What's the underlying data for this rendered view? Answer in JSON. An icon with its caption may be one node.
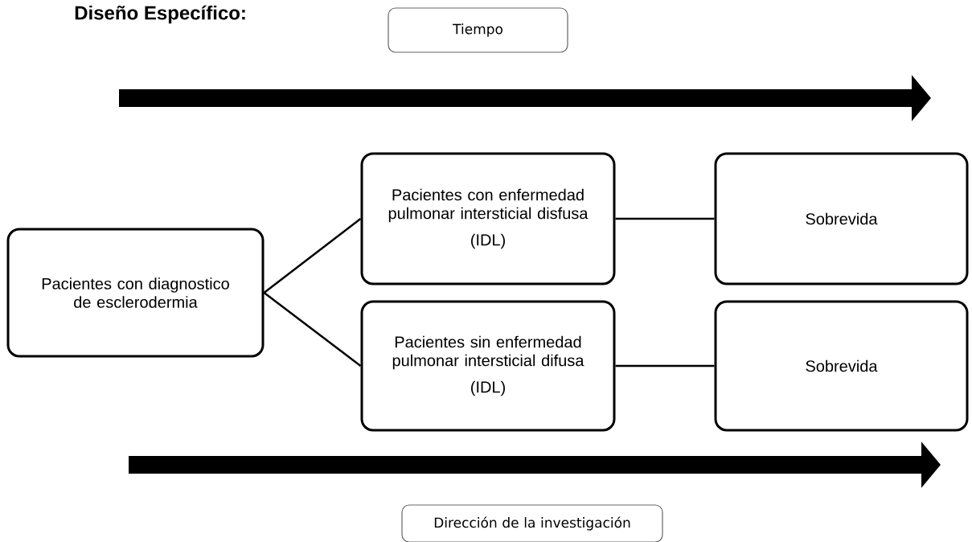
{
  "diagram": {
    "title": "Diseño Específico:",
    "nodes": [
      {
        "text": [
          "Tiempo"
        ]
      },
      {
        "text": [
          "Pacientes con diagnostico de esclerodermia"
        ]
      },
      {
        "text": [
          "Pacientes con enfermedad pulmonar intersticial disfusa",
          "(IDL)"
        ]
      },
      {
        "text": [
          "Sobrevida"
        ]
      },
      {
        "text": [
          "Pacientes sin enfermedad pulmonar intersticial difusa",
          "(IDL)"
        ]
      },
      {
        "text": [
          "Sobrevida"
        ]
      },
      {
        "text": [
          "Dirección de la investigación"
        ]
      }
    ],
    "edges": [
      {
        "from": 1,
        "to": 2,
        "arrow": "none"
      },
      {
        "from": 1,
        "to": 4,
        "arrow": "none"
      },
      {
        "from": 2,
        "to": 3,
        "arrow": "none"
      },
      {
        "from": 4,
        "to": 5,
        "arrow": "none"
      }
    ]
  }
}
